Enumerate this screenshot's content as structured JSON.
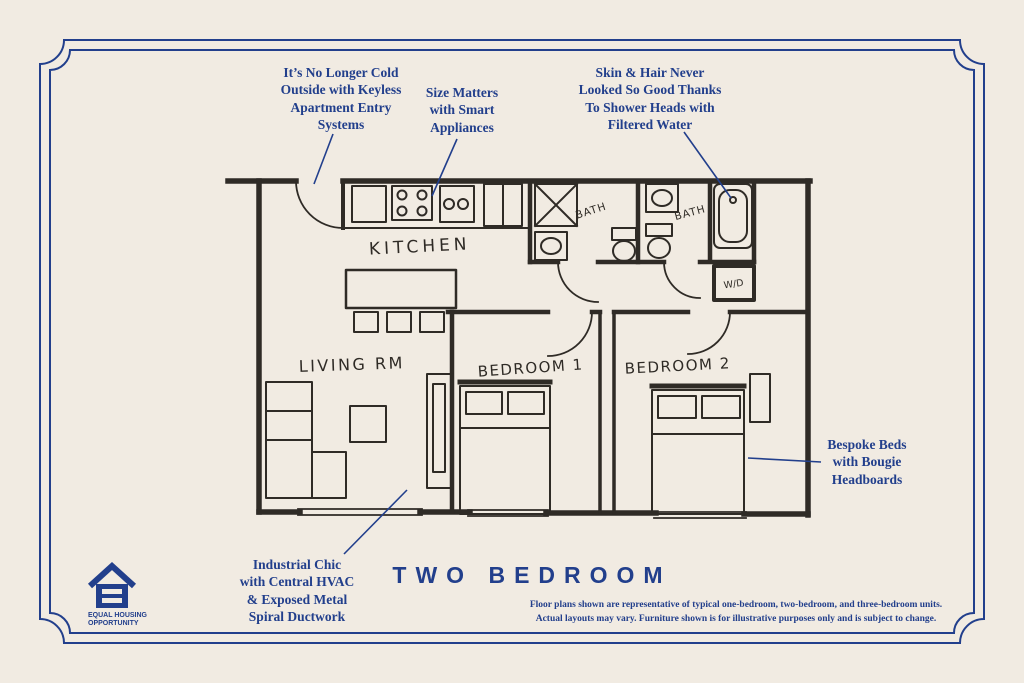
{
  "colors": {
    "background": "#f1ebe2",
    "navy": "#223f8c",
    "sketch_ink": "#2f2b26"
  },
  "notes": {
    "entry": "It’s No Longer Cold\nOutside with Keyless\nApartment Entry\nSystems",
    "appliances": "Size Matters\nwith Smart\nAppliances",
    "shower": "Skin & Hair Never\nLooked So Good Thanks\nTo Shower Heads with\nFiltered Water",
    "beds": "Bespoke Beds\nwith Bougie\nHeadboards",
    "hvac": "Industrial Chic\nwith Central HVAC\n& Exposed Metal\nSpiral Ductwork"
  },
  "plan": {
    "rooms": {
      "kitchen": "KITCHEN",
      "living": "LIVING RM",
      "bedroom1": "BEDROOM 1",
      "bedroom2": "BEDROOM 2",
      "bath1": "BATH",
      "bath2": "BATH",
      "washer_dryer": "W/D"
    }
  },
  "title": "TWO BEDROOM",
  "disclaimer": "Floor plans shown are representative of typical one-bedroom, two-bedroom, and three-bedroom units.\nActual layouts may vary. Furniture shown is for illustrative purposes only and is subject to change.",
  "logo": {
    "line1": "EQUAL HOUSING",
    "line2": "OPPORTUNITY"
  }
}
